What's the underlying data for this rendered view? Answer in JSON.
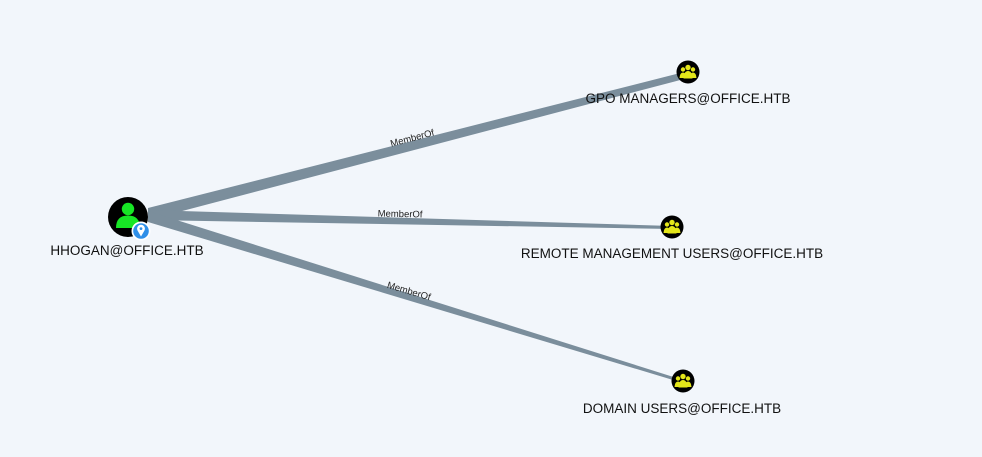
{
  "graph": {
    "source": {
      "label": "HHOGAN@OFFICE.HTB",
      "icon": "user-icon",
      "badge_icon": "map-pin-icon",
      "color": "#17e625"
    },
    "targets": [
      {
        "label": "GPO MANAGERS@OFFICE.HTB",
        "icon": "group-icon",
        "edge_label": "MemberOf"
      },
      {
        "label": "REMOTE MANAGEMENT USERS@OFFICE.HTB",
        "icon": "group-icon",
        "edge_label": "MemberOf"
      },
      {
        "label": "DOMAIN USERS@OFFICE.HTB",
        "icon": "group-icon",
        "edge_label": "MemberOf"
      }
    ],
    "colors": {
      "background": "#f2f6fb",
      "edge": "#7b8e9c",
      "group_icon": "#e4e61a",
      "node_fill": "#000000",
      "badge": "#2f8fe8"
    }
  }
}
